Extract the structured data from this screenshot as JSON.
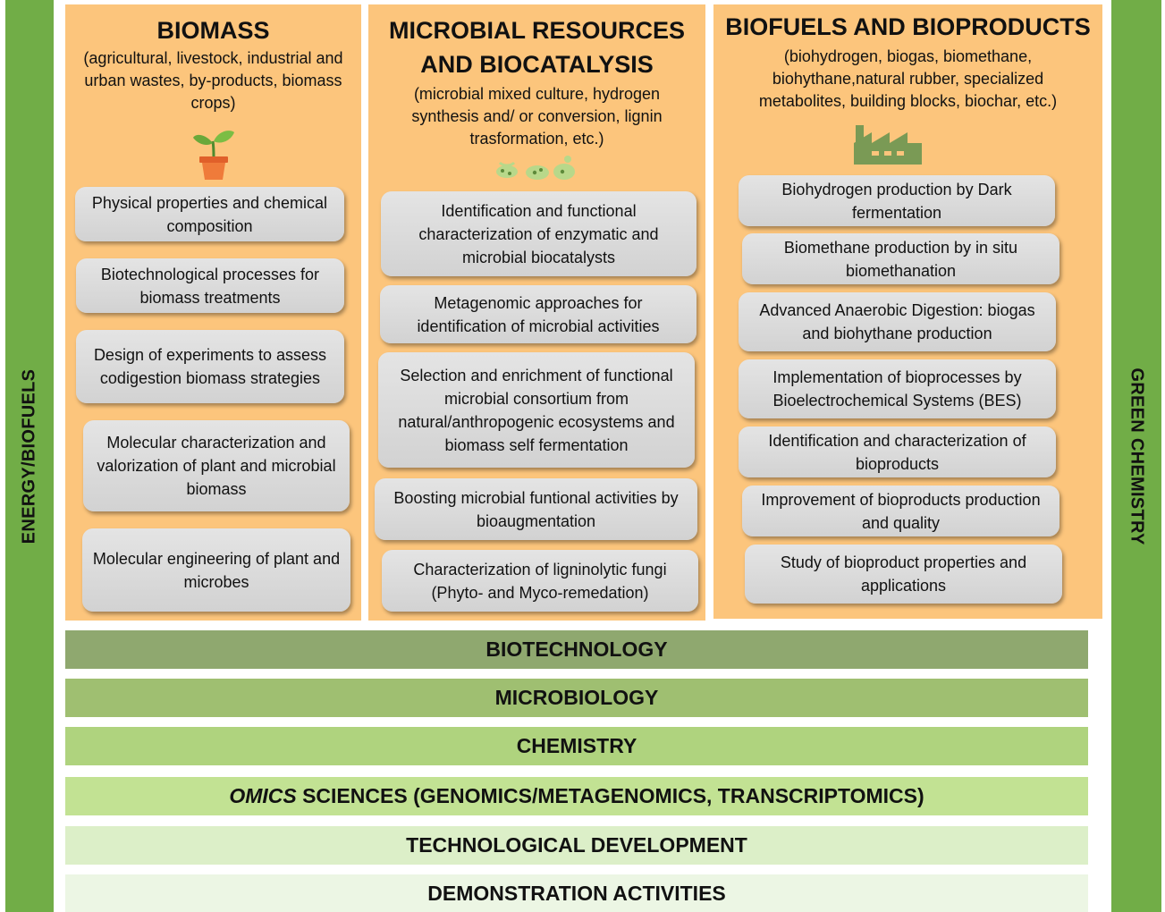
{
  "side": {
    "left_label": "ENERGY/BIOFUELS",
    "right_label": "GREEN CHEMISTRY"
  },
  "columns": {
    "biomass": {
      "title": "BIOMASS",
      "subtitle": "(agricultural, livestock, industrial and urban wastes, by-products, biomass crops)",
      "icon": "potted-plant-icon",
      "items": [
        "Physical properties and chemical composition",
        "Biotechnological processes for biomass treatments",
        "Design of experiments to assess codigestion biomass strategies",
        "Molecular characterization and valorization of plant and microbial biomass",
        "Molecular engineering of plant and microbes"
      ]
    },
    "microbial": {
      "title_line1": "MICROBIAL RESOURCES",
      "title_line2": "AND BIOCATALYSIS",
      "subtitle": "(microbial mixed culture, hydrogen synthesis and/ or conversion, lignin trasformation, etc.)",
      "icon": "microbes-icon",
      "items": [
        "Identification and functional characterization of enzymatic and microbial biocatalysts",
        "Metagenomic approaches for identification of microbial activities",
        "Selection and enrichment of functional microbial consortium from natural/anthropogenic ecosystems and biomass self fermentation",
        "Boosting microbial funtional activities by bioaugmentation",
        "Characterization of ligninolytic fungi (Phyto- and Myco-remedation)"
      ]
    },
    "biofuels": {
      "title": "BIOFUELS AND BIOPRODUCTS",
      "subtitle": "(biohydrogen, biogas, biomethane, biohythane,natural rubber, specialized metabolites, building blocks, biochar, etc.)",
      "icon": "factory-icon",
      "items": [
        "Biohydrogen production by Dark fermentation",
        "Biomethane production by in situ biomethanation",
        "Advanced Anaerobic Digestion: biogas and biohythane production",
        "Implementation of bioprocesses  by Bioelectrochemical Systems (BES)",
        "Identification and characterization of bioproducts",
        "Improvement of bioproducts production and quality",
        "Study of bioproduct properties and applications"
      ]
    }
  },
  "bands": {
    "biotechnology": "BIOTECHNOLOGY",
    "microbiology": "MICROBIOLOGY",
    "chemistry": "CHEMISTRY",
    "omics_italic": "OMICS",
    "omics_rest": " SCIENCES (GENOMICS/METAGENOMICS, TRANSCRIPTOMICS)",
    "technological": "TECHNOLOGICAL DEVELOPMENT",
    "demonstration": "DEMONSTRATION ACTIVITIES"
  },
  "colors": {
    "side_green": "#71ad47",
    "column_orange": "#fcc57c",
    "band_1": "#8fa86f",
    "band_2": "#9fbf71",
    "band_3": "#afd37e",
    "band_4": "#c2e293",
    "band_5": "#dcefc8",
    "band_6": "#ecf6e4"
  }
}
